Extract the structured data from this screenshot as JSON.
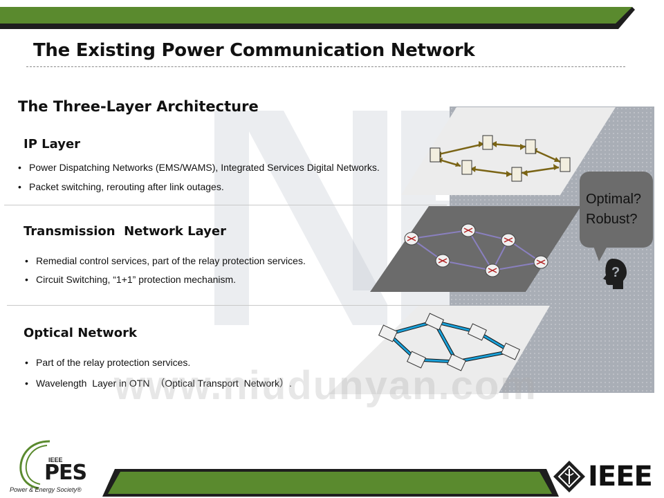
{
  "slide": {
    "title": "The Existing Power Communication Network",
    "architecture_heading": "The Three-Layer Architecture"
  },
  "layers": [
    {
      "heading": "IP Layer",
      "bullets": [
        "Power Dispatching Networks (EMS/WAMS), Integrated  Services Digital Networks.",
        "Packet switching, rerouting after link outages."
      ]
    },
    {
      "heading": "Transmission  Network Layer",
      "bullets": [
        "Remedial control services, part of the relay protection services.",
        "Circuit Switching, “1+1” protection mechanism."
      ]
    },
    {
      "heading": "Optical Network",
      "bullets": [
        "Part of the relay protection services.",
        "Wavelength  Layer in OTN  （Optical Transport  Network）."
      ]
    }
  ],
  "bubble": {
    "line1": "Optimal?",
    "line2": "Robust?"
  },
  "watermark": "www.niudunyan.com",
  "logos": {
    "ieee": "IEEE",
    "pes_small": "IEEE",
    "pes_big": "PES",
    "pes_tagline": "Power & Energy Society®"
  },
  "colors": {
    "banner_green": "#5a8a2e",
    "banner_dark": "#1e1e1e",
    "ip_link": "#7a6415",
    "trans_link": "#8a80c0",
    "optical_blue": "#1aa0d8",
    "panel_gray": "#a9aeb6"
  }
}
